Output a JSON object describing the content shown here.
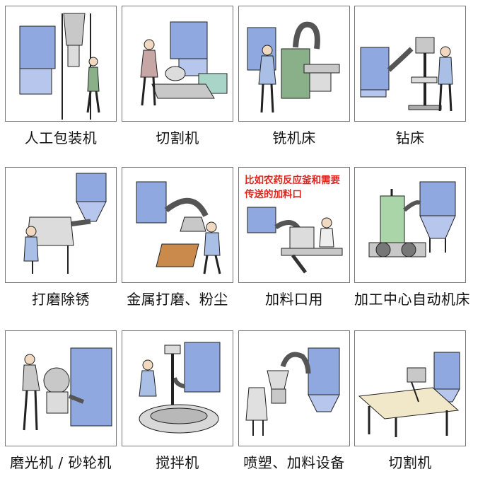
{
  "colors": {
    "border": "#777777",
    "machine_blue": "#8fa8e0",
    "machine_blue_dark": "#5d77bd",
    "metal_gray": "#c8c8c8",
    "line": "#222222",
    "green": "#8ab08a",
    "note_red": "#e0261f",
    "wood": "#c98a4b"
  },
  "items": [
    {
      "label": "人工包装机",
      "icon": "manual-packaging-machine-illustration"
    },
    {
      "label": "切割机",
      "icon": "cutting-machine-illustration"
    },
    {
      "label": "铣机床",
      "icon": "milling-machine-illustration"
    },
    {
      "label": "钻床",
      "icon": "drilling-machine-illustration"
    },
    {
      "label": "打磨除锈",
      "icon": "grinding-rust-removal-illustration"
    },
    {
      "label": "金属打磨、粉尘",
      "icon": "metal-grinding-dust-illustration"
    },
    {
      "label": "加料口用",
      "icon": "feeding-port-illustration",
      "note": "比如农药反应釜和需要传送的加料口"
    },
    {
      "label": "加工中心自动机床",
      "icon": "machining-center-illustration"
    },
    {
      "label": "磨光机 / 砂轮机",
      "icon": "polishing-grinding-wheel-illustration"
    },
    {
      "label": "搅拌机",
      "icon": "mixer-illustration"
    },
    {
      "label": "喷塑、加料设备",
      "icon": "powder-coating-feeding-illustration"
    },
    {
      "label": "切割机",
      "icon": "cutting-machine-2-illustration"
    }
  ]
}
